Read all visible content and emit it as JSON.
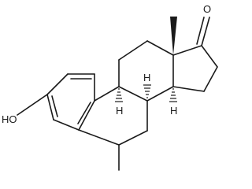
{
  "molecule": {
    "labels": {
      "hydroxyl": "HO",
      "ketone_oxygen": "O",
      "h_9": "H",
      "h_8": "H",
      "h_14": "H"
    },
    "colors": {
      "bond": "#1a1a1a",
      "background": "#ffffff"
    }
  }
}
